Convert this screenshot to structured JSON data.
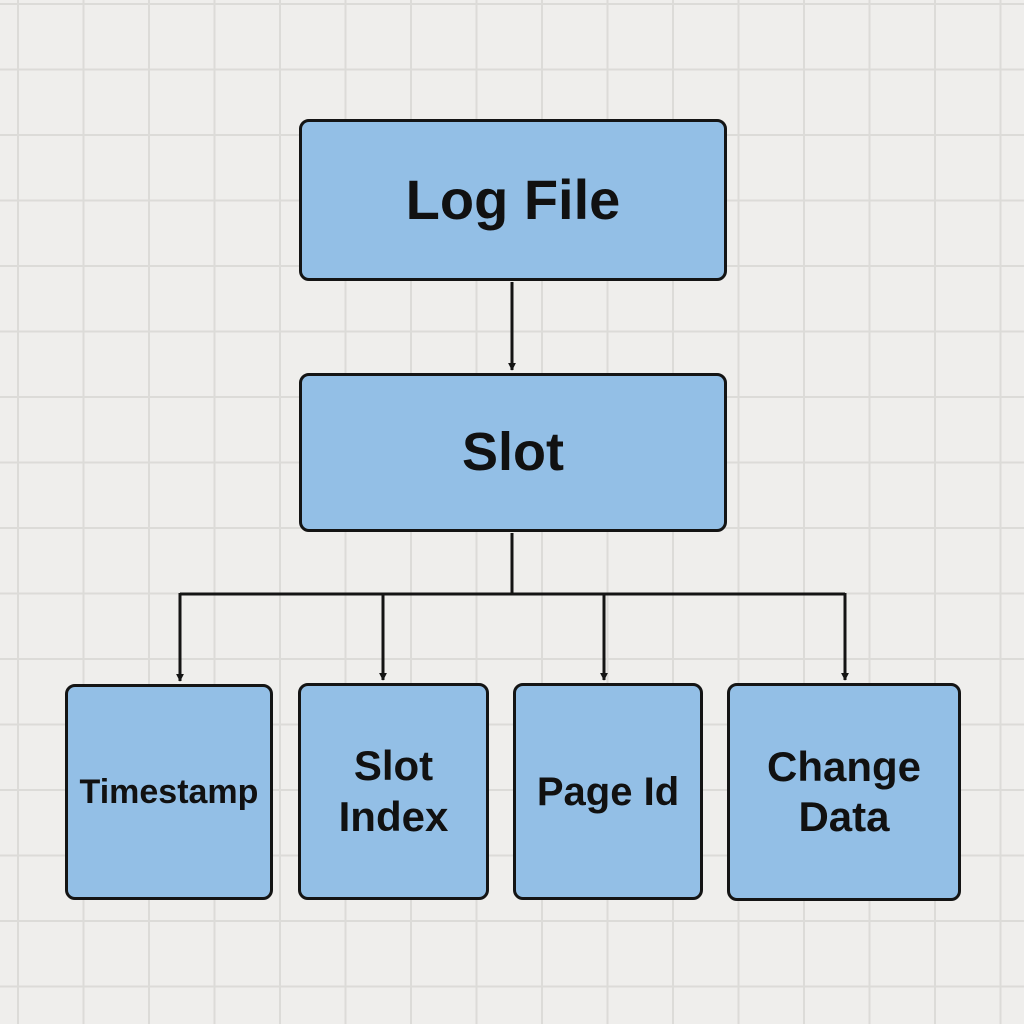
{
  "diagram": {
    "root": {
      "label": "Log File"
    },
    "middle": {
      "label": "Slot"
    },
    "children": [
      {
        "label": "Timestamp"
      },
      {
        "label": "Slot Index"
      },
      {
        "label": "Page Id"
      },
      {
        "label": "Change Data"
      }
    ],
    "colors": {
      "box_fill": "#93bfe6",
      "stroke": "#141414",
      "text": "#111111",
      "background": "#efeeec",
      "grid": "#dcdbd8"
    }
  }
}
